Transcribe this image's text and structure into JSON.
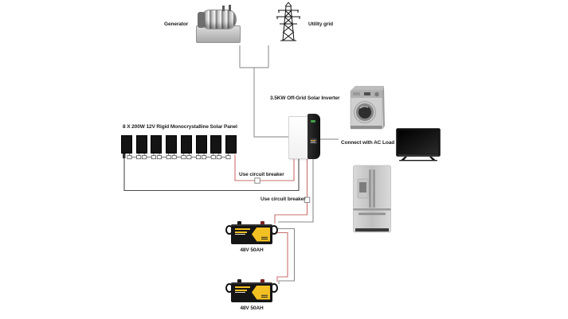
{
  "title": "Off-grid solar power system wiring diagram",
  "colors": {
    "background": "#ffffff",
    "wire_ac": "#9a9a9a",
    "wire_positive": "#c9706e",
    "wire_negative": "#4a4a4a",
    "text": "#1c1c1c",
    "battery_accent": "#f2c022"
  },
  "nodes": {
    "generator": {
      "label": "Generator"
    },
    "utility_grid": {
      "label": "Utility grid"
    },
    "inverter": {
      "label": "3.5KW Off-Grid Solar Inverter"
    },
    "solar_array": {
      "label": "8 X 200W 12V Rigid Monocrystalline Solar Panel",
      "panel_count": 8
    },
    "ac_load": {
      "label": "Connect with AC Load",
      "appliances": [
        "washing-machine",
        "tv",
        "refrigerator"
      ]
    },
    "breaker_pv": {
      "label": "Use circuit breaker"
    },
    "breaker_battery": {
      "label": "Use circuit breaker"
    },
    "battery1": {
      "label": "48V 50AH"
    },
    "battery2": {
      "label": "48V 50AH"
    }
  }
}
